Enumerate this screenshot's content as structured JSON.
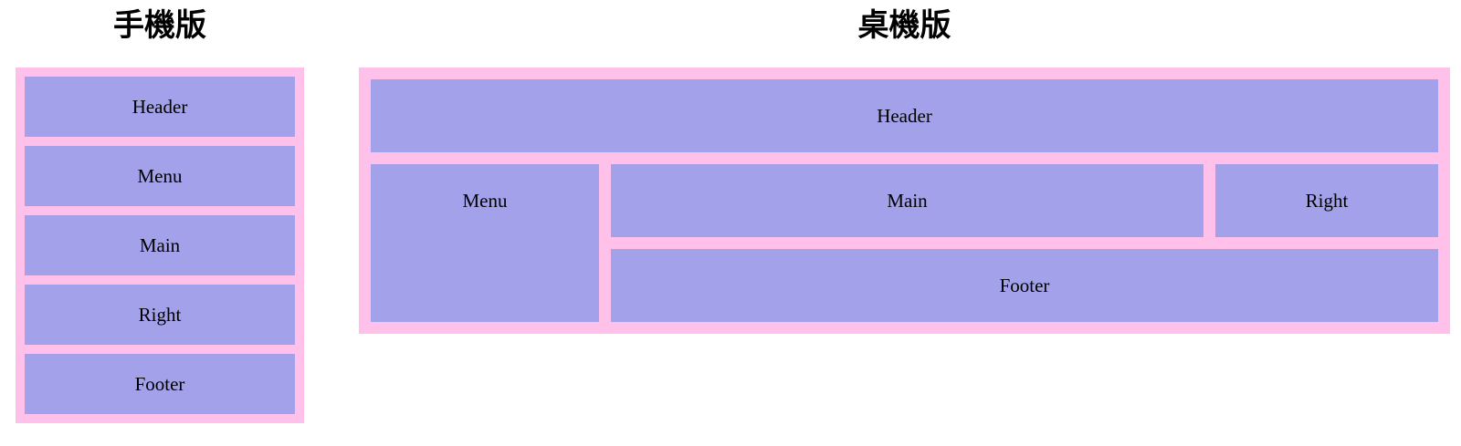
{
  "colors": {
    "container_pink": "#ffc1e9",
    "box_purple": "#a2a1ea",
    "label_text": "#000000",
    "title_text": "#000000",
    "page_background": "#ffffff"
  },
  "mobile": {
    "title": "手機版",
    "items": [
      {
        "label": "Header"
      },
      {
        "label": "Menu"
      },
      {
        "label": "Main"
      },
      {
        "label": "Right"
      },
      {
        "label": "Footer"
      }
    ]
  },
  "desktop": {
    "title": "桌機版",
    "header": {
      "label": "Header"
    },
    "menu": {
      "label": "Menu"
    },
    "main": {
      "label": "Main"
    },
    "right": {
      "label": "Right"
    },
    "footer": {
      "label": "Footer"
    }
  }
}
